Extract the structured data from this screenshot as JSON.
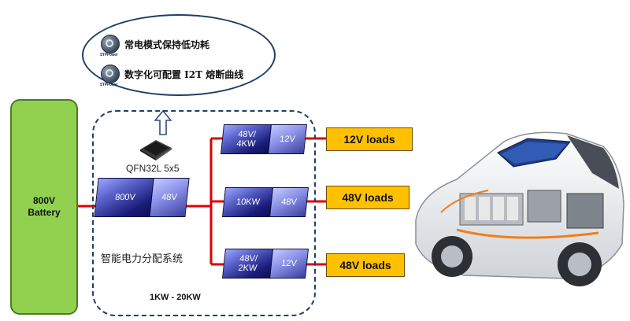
{
  "features": [
    {
      "badge_text": "STPPower",
      "text": "常电模式保持低功耗"
    },
    {
      "badge_text": "STPPower",
      "text": "数字化可配置 I2T 熔断曲线"
    }
  ],
  "battery": {
    "line1": "800V",
    "line2": "Battery"
  },
  "chip": {
    "label": "QFN32L 5x5"
  },
  "main_module": {
    "input": "800V",
    "output": "48V"
  },
  "branches": [
    {
      "left": "48V/\n4KW",
      "right": "12V",
      "load": "12V loads"
    },
    {
      "left": "10KW",
      "right": "48V",
      "load": "48V loads"
    },
    {
      "left": "48V/\n2KW",
      "right": "12V",
      "load": "48V loads"
    }
  ],
  "system": {
    "name": "智能电力分配系统",
    "power_range": "1KW - 20KW"
  },
  "colors": {
    "battery": "#92d050",
    "load": "#ffc000",
    "wire": "#e00000",
    "frame": "#1f3f66"
  },
  "icons": [
    "stpower-badge-icon",
    "up-arrow-icon",
    "qfn-chip-icon",
    "electric-car-image"
  ]
}
